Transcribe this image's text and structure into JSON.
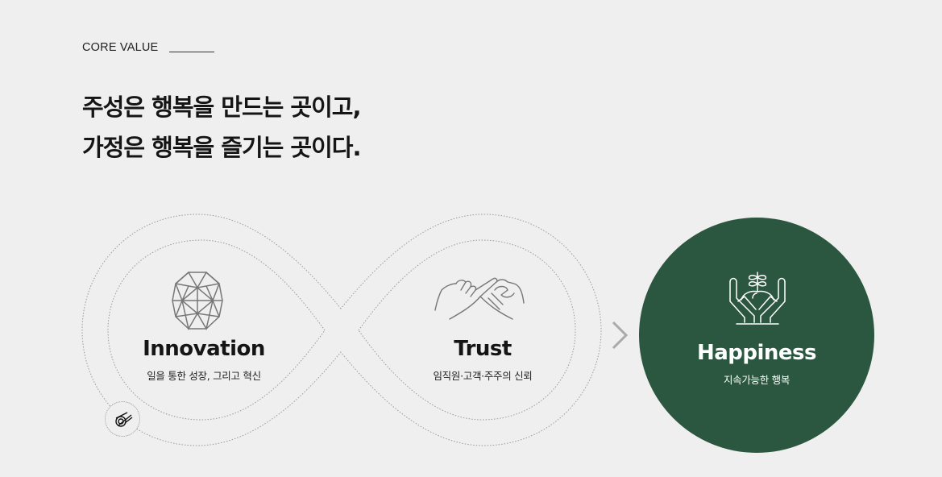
{
  "section": {
    "eyebrow": "CORE VALUE",
    "headline_lines": [
      "주성은 행복을 만드는 곳이고,",
      "가정은 행복을 즐기는 곳이다."
    ]
  },
  "values": [
    {
      "title": "Innovation",
      "subtitle": "일을 통한 성장, 그리고 혁신",
      "icon": "geodesic-sphere-icon"
    },
    {
      "title": "Trust",
      "subtitle": "임직원·고객·주주의 신뢰",
      "icon": "pinky-promise-icon"
    },
    {
      "title": "Happiness",
      "subtitle": "지속가능한 행복",
      "icon": "hands-holding-plant-icon"
    }
  ],
  "decor": {
    "badge_icon": "comet-coin-icon",
    "arrow_icon": "chevron-right-icon"
  },
  "colors": {
    "background": "#efefef",
    "accent_green": "#2b563f",
    "icon_gray": "#777777",
    "dotted_line": "#9a9a9a"
  }
}
